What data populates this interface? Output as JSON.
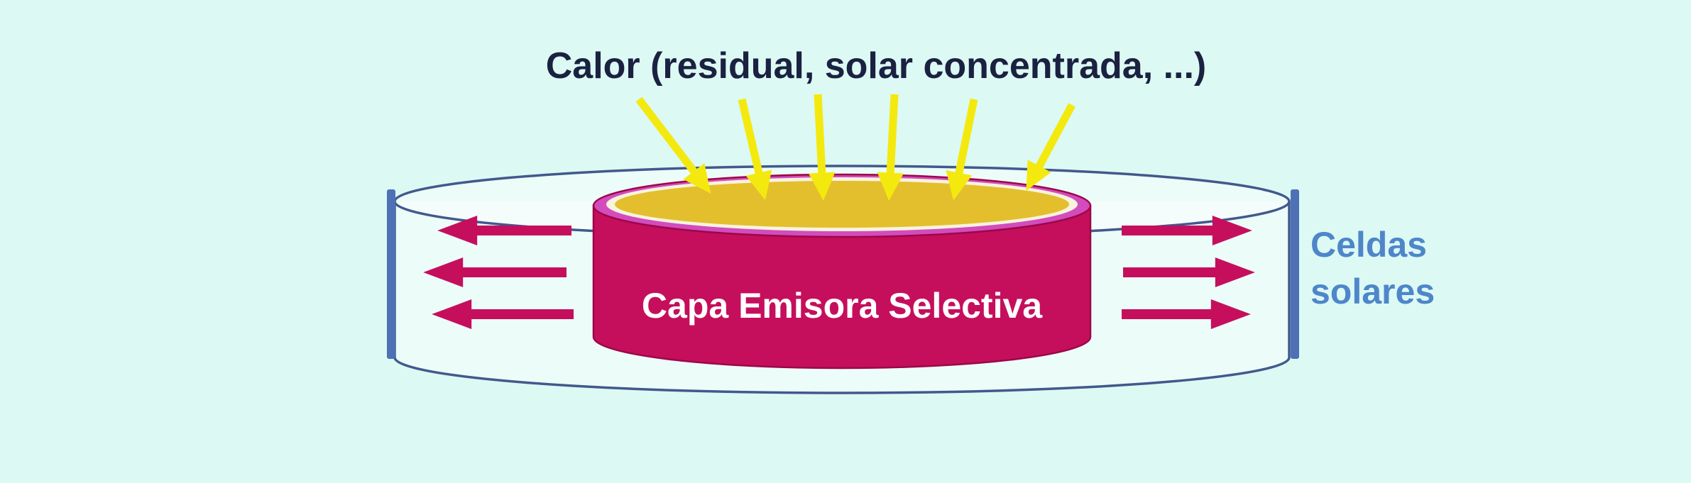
{
  "title": "Calor (residual, solar concentrada, ...)",
  "emitter": {
    "label": "Capa Emisora Selectiva"
  },
  "solar_cells_label": {
    "line1": "Celdas",
    "line2": "solares"
  },
  "colors": {
    "background": "#dcf9f4",
    "title_text": "#1b2140",
    "yellow_arrow": "#f4e90e",
    "crimson": "#c50f5c",
    "crimson_outline": "#9c0747",
    "magenta_rim": "#d24cbe",
    "cream_ring": "#f7f3dc",
    "gold_disk": "#e3bf2e",
    "dish_outline": "#41598c",
    "dish_fill": "rgba(255,255,255,0.45)",
    "solar_cell_bar": "#4e71b5",
    "solar_cells_text": "#4e86c9",
    "emitter_text": "#ffffff"
  }
}
